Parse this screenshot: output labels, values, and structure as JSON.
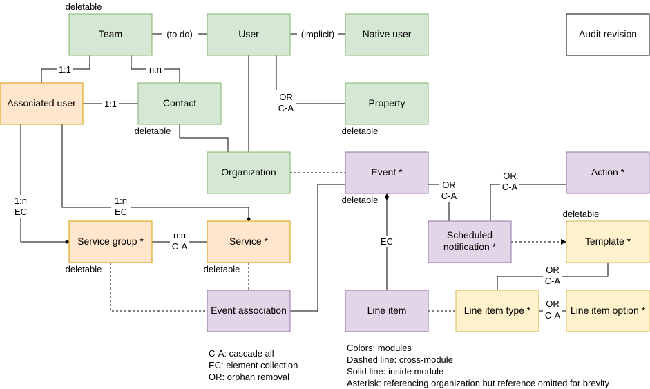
{
  "colors": {
    "green_fill": "#d5e8d4",
    "green_stroke": "#82b366",
    "orange_fill": "#ffe6cc",
    "orange_stroke": "#d79b00",
    "purple_fill": "#e1d5e7",
    "purple_stroke": "#9673a6",
    "yellow_fill": "#fff2cc",
    "yellow_stroke": "#d6b656",
    "white_fill": "#ffffff",
    "white_stroke": "#000000"
  },
  "nodes": {
    "team": "Team",
    "user": "User",
    "native_user": "Native user",
    "audit_revision": "Audit revision",
    "associated_user": "Associated user",
    "contact": "Contact",
    "property": "Property",
    "organization": "Organization",
    "event": "Event *",
    "action": "Action *",
    "service_group": "Service group *",
    "service": "Service *",
    "scheduled_notification": [
      "Scheduled",
      "notification *"
    ],
    "template": "Template *",
    "event_association": "Event association",
    "line_item": "Line item",
    "line_item_type": "Line item type *",
    "line_item_option": "Line item option *"
  },
  "annotations": {
    "deletable": "deletable"
  },
  "edge_labels": {
    "to_do": "(to do)",
    "implicit": "(implicit)",
    "one_one": "1:1",
    "n_n": "n:n",
    "or": "OR",
    "c_a": "C-A",
    "one_n": "1:n",
    "ec": "EC"
  },
  "legend_abbrev": [
    "C-A: cascade all",
    "EC: element collection",
    "OR: orphan removal"
  ],
  "legend_colors": [
    "Colors: modules",
    "Dashed line: cross-module",
    "Solid line: inside module",
    "Asterisk: referencing organization but reference omitted for brevity"
  ]
}
